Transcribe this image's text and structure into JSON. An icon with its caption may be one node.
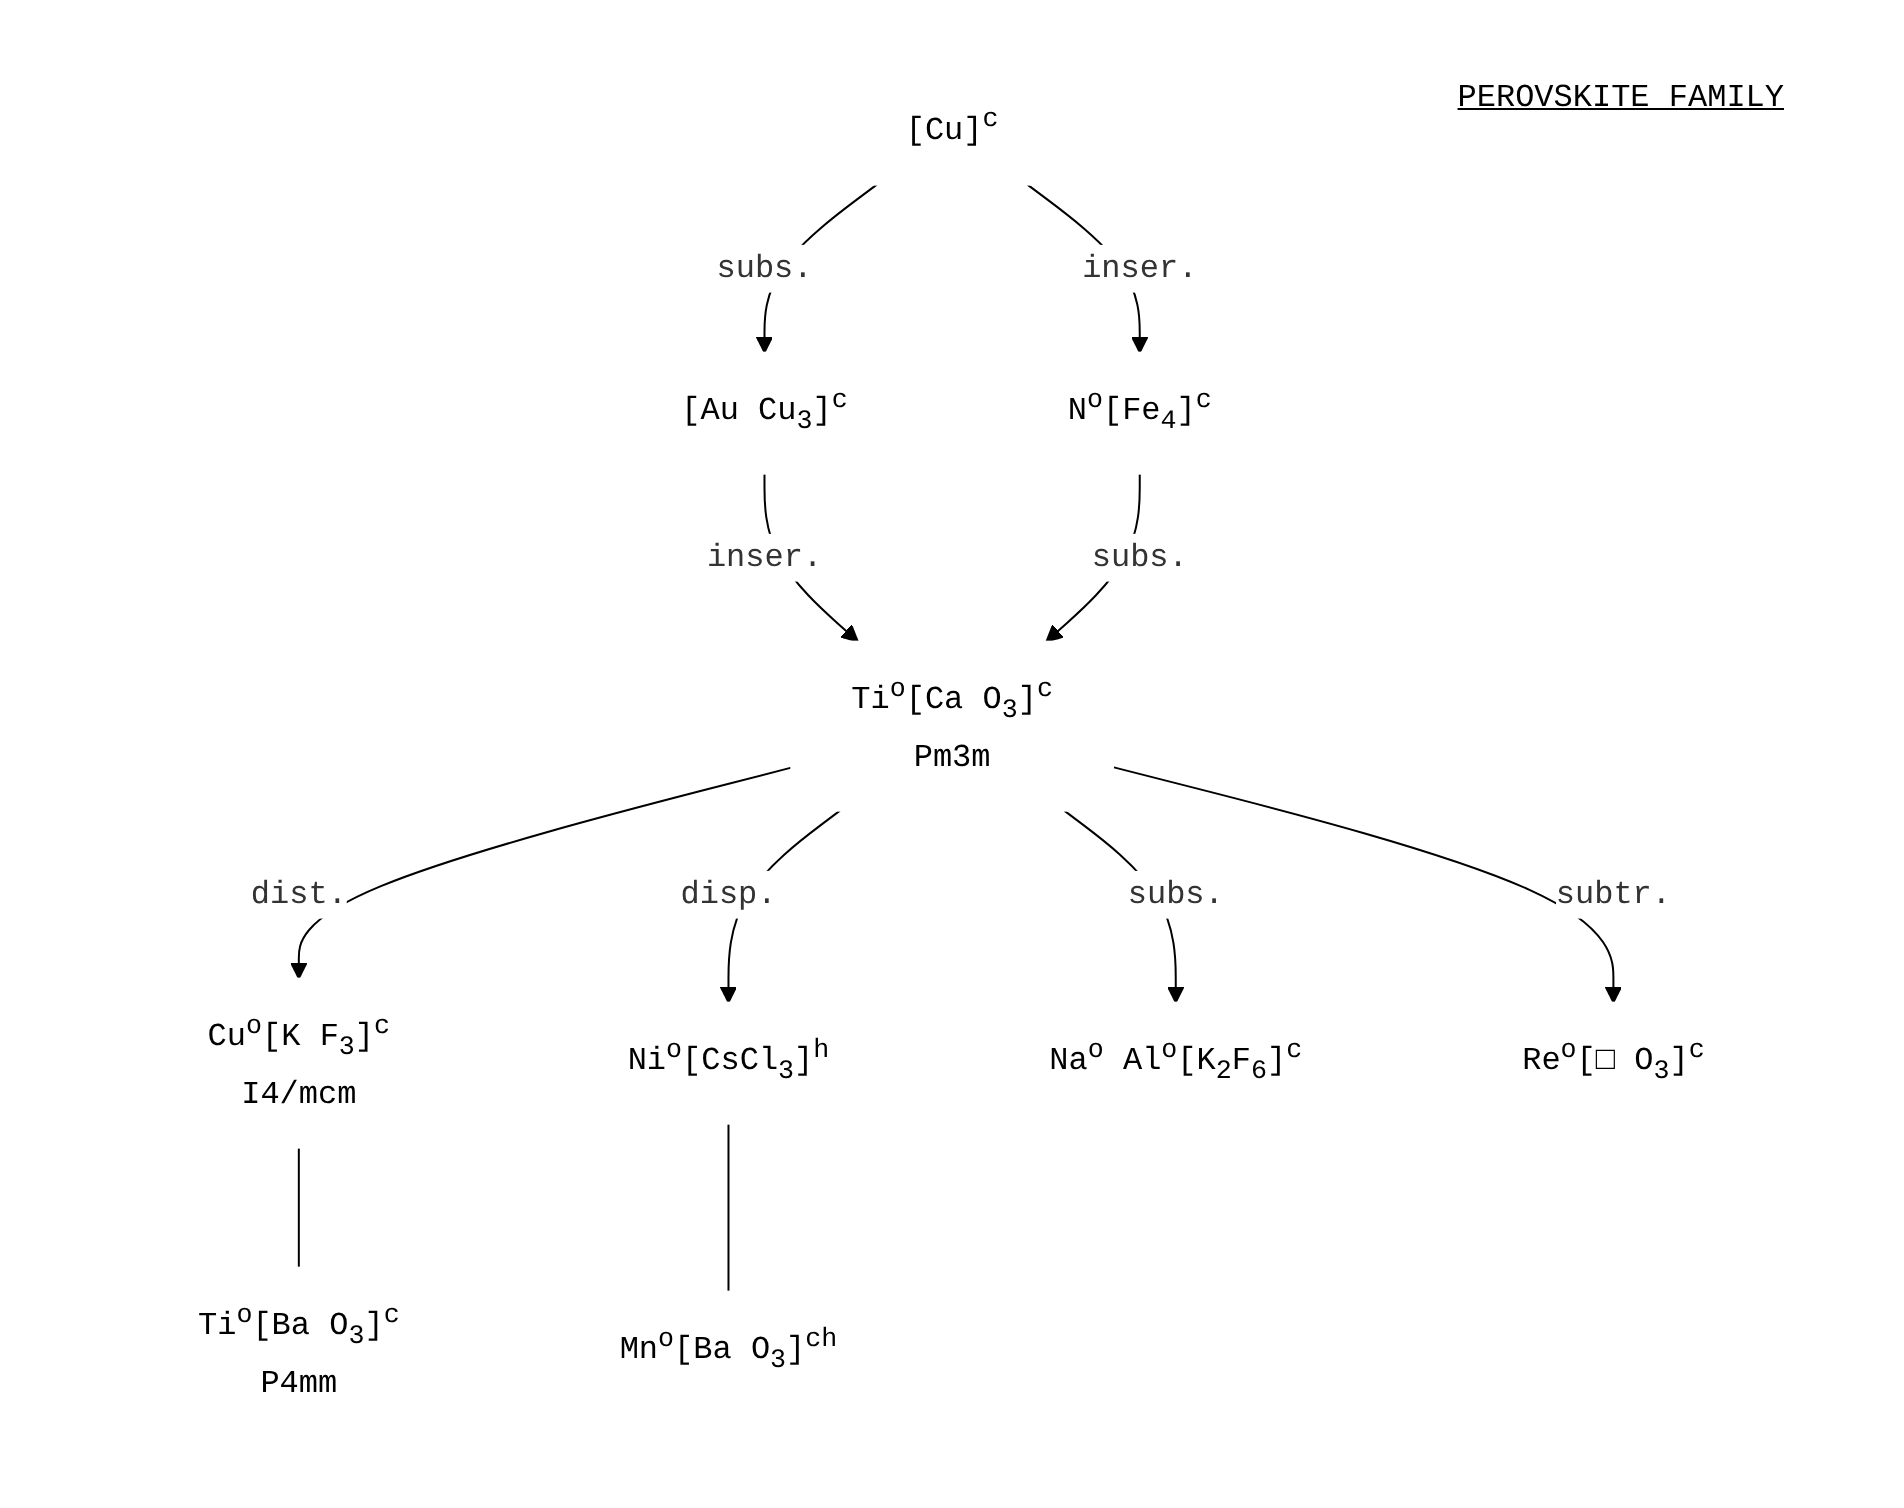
{
  "diagram": {
    "title": "PEROVSKITE FAMILY",
    "nodes": [
      {
        "text": [
          "[Cu]$^{c}$"
        ]
      },
      {
        "text": [
          "[Au Cu$_{3}$]$^{c}$"
        ]
      },
      {
        "text": [
          "N$^{o}$[Fe$_{4}$]$^{c}$"
        ]
      },
      {
        "text": [
          "Ti$^{o}$[Ca O$_{3}$]$^{c}$",
          "Pm3m"
        ]
      },
      {
        "text": [
          "Cu$^{o}$[K F$_{3}$]$^{c}$",
          "I4/mcm"
        ]
      },
      {
        "text": [
          "Ti$^{o}$[Ba O$_{3}$]$^{c}$",
          "P4mm"
        ]
      },
      {
        "text": [
          "Ni$^{o}$[CsCl$_{3}$]$^{h}$"
        ]
      },
      {
        "text": [
          "Mn$^{o}$[Ba O$_{3}$]$^{ch}$"
        ]
      },
      {
        "text": [
          "Na$^{o}$ Al$^{o}$[K$_{2}$F$_{6}$]$^{c}$"
        ]
      },
      {
        "text": [
          "Re$^{o}$[□ O$_{3}$]$^{c}$"
        ]
      }
    ],
    "edges": [
      {
        "from": 0,
        "to": 1,
        "arrow": "to",
        "label": "subs."
      },
      {
        "from": 0,
        "to": 2,
        "arrow": "to",
        "label": "inser."
      },
      {
        "from": 1,
        "to": 3,
        "arrow": "to",
        "label": "inser."
      },
      {
        "from": 2,
        "to": 3,
        "arrow": "to",
        "label": "subs."
      },
      {
        "from": 3,
        "to": 4,
        "arrow": "to",
        "label": "dist."
      },
      {
        "from": 4,
        "to": 5,
        "arrow": "none"
      },
      {
        "from": 3,
        "to": 6,
        "arrow": "to",
        "label": "disp."
      },
      {
        "from": 6,
        "to": 7,
        "arrow": "none"
      },
      {
        "from": 3,
        "to": 8,
        "arrow": "to",
        "label": "subs."
      },
      {
        "from": 3,
        "to": 9,
        "arrow": "to",
        "label": "subtr."
      }
    ]
  }
}
